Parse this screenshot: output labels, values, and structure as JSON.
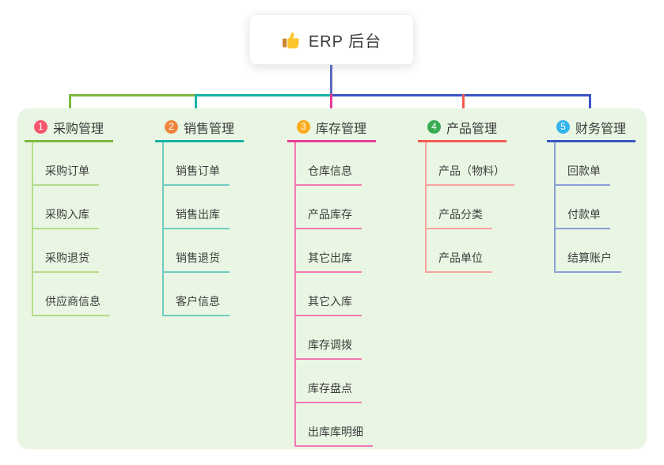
{
  "root": {
    "title": "ERP 后台",
    "icon": "thumbs-up-icon"
  },
  "branches": [
    {
      "index": "1",
      "title": "采购管理",
      "badge_color": "#f4566e",
      "line_color": "#7cb93e",
      "light_color": "#b4da8c",
      "items": [
        "采购订单",
        "采购入库",
        "采购退货",
        "供应商信息"
      ]
    },
    {
      "index": "2",
      "title": "销售管理",
      "badge_color": "#f0853e",
      "line_color": "#17b3a6",
      "light_color": "#6fcbc2",
      "items": [
        "销售订单",
        "销售出库",
        "销售退货",
        "客户信息"
      ]
    },
    {
      "index": "3",
      "title": "库存管理",
      "badge_color": "#fbab1e",
      "line_color": "#e93a98",
      "light_color": "#f277b5",
      "items": [
        "仓库信息",
        "产品库存",
        "其它出库",
        "其它入库",
        "库存调拨",
        "库存盘点",
        "出库库明细"
      ]
    },
    {
      "index": "4",
      "title": "产品管理",
      "badge_color": "#38ac52",
      "line_color": "#f45a52",
      "light_color": "#f9a49d",
      "items": [
        "产品（物料）",
        "产品分类",
        "产品单位"
      ]
    },
    {
      "index": "5",
      "title": "财务管理",
      "badge_color": "#33b3ee",
      "line_color": "#3b55c4",
      "light_color": "#8b9fd6",
      "items": [
        "回款单",
        "付款单",
        "结算账户"
      ]
    }
  ],
  "colors": {
    "panel_bg": "#e9f6e3",
    "root_line": "#5c6bc0",
    "thumb_hand": "#fbc52d",
    "thumb_cuff": "#c98634"
  }
}
